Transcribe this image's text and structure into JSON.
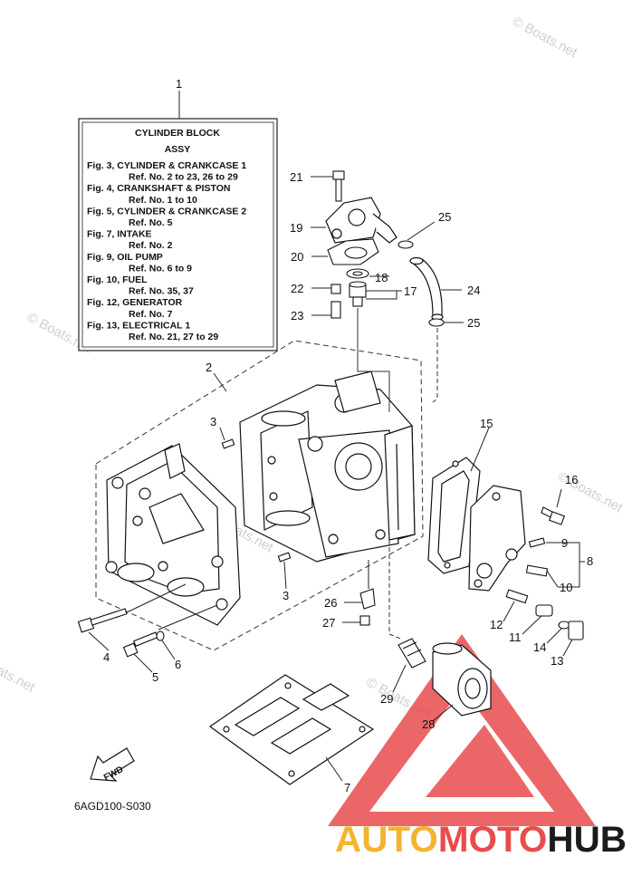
{
  "legend": {
    "title_line1": "CYLINDER BLOCK",
    "title_line2": "ASSY",
    "rows": [
      "Fig. 3, CYLINDER & CRANKCASE 1",
      "Ref. No. 2 to 23, 26 to 29",
      "Fig. 4, CRANKSHAFT & PISTON",
      "Ref. No. 1 to 10",
      "Fig. 5, CYLINDER & CRANKCASE 2",
      "Ref. No. 5",
      "Fig. 7, INTAKE",
      "Ref. No. 2",
      "Fig. 9, OIL PUMP",
      "Ref. No. 6 to 9",
      "Fig. 10, FUEL",
      "Ref. No. 35, 37",
      "Fig. 12, GENERATOR",
      "Ref. No. 7",
      "Fig. 13, ELECTRICAL 1",
      "Ref. No. 21, 27 to 29"
    ]
  },
  "callouts": {
    "c1": "1",
    "c2": "2",
    "c3a": "3",
    "c3b": "3",
    "c4": "4",
    "c5": "5",
    "c6": "6",
    "c7": "7",
    "c8": "8",
    "c9": "9",
    "c10": "10",
    "c11": "11",
    "c12": "12",
    "c13": "13",
    "c14": "14",
    "c15": "15",
    "c16": "16",
    "c17": "17",
    "c18": "18",
    "c19": "19",
    "c20": "20",
    "c21": "21",
    "c22": "22",
    "c23": "23",
    "c24": "24",
    "c25a": "25",
    "c25b": "25",
    "c26": "26",
    "c27": "27",
    "c28": "28",
    "c29": "29"
  },
  "fwd_label": "FWD",
  "diagram_code": "6AGD100-S030",
  "watermark_text": "© Boats.net",
  "brand": {
    "part1": "AUTO",
    "part2": "MOTO",
    "part3": "HUB",
    "colors": {
      "auto": "#f2b431",
      "moto": "#e84c4c",
      "hub": "#1b1b1b",
      "triangle": "#e84c4c"
    }
  }
}
